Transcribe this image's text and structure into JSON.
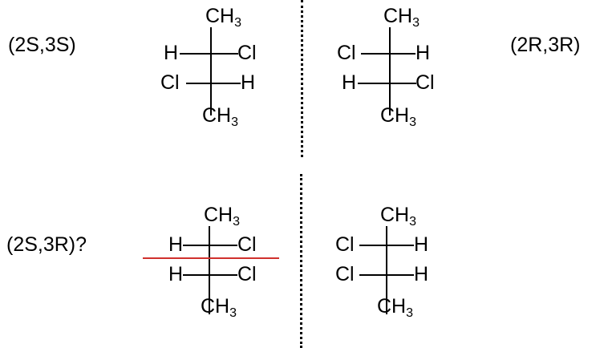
{
  "labels": {
    "top_left": "(2S,3S)",
    "top_right": "(2R,3R)",
    "bottom_left": "(2S,3R)?"
  },
  "molecules": {
    "m1": {
      "top": "CH",
      "top_sub": "3",
      "r1_left": "H",
      "r1_right": "Cl",
      "r2_left": "Cl",
      "r2_right": "H",
      "bottom": "CH",
      "bottom_sub": "3"
    },
    "m2": {
      "top": "CH",
      "top_sub": "3",
      "r1_left": "Cl",
      "r1_right": "H",
      "r2_left": "H",
      "r2_right": "Cl",
      "bottom": "CH",
      "bottom_sub": "3"
    },
    "m3": {
      "top": "CH",
      "top_sub": "3",
      "r1_left": "H",
      "r1_right": "Cl",
      "r2_left": "H",
      "r2_right": "Cl",
      "bottom": "CH",
      "bottom_sub": "3"
    },
    "m4": {
      "top": "CH",
      "top_sub": "3",
      "r1_left": "Cl",
      "r1_right": "H",
      "r2_left": "Cl",
      "r2_right": "H",
      "bottom": "CH",
      "bottom_sub": "3"
    }
  },
  "colors": {
    "text": "#000000",
    "mirror_line": "#000000",
    "symmetry_line": "#d0312d"
  }
}
